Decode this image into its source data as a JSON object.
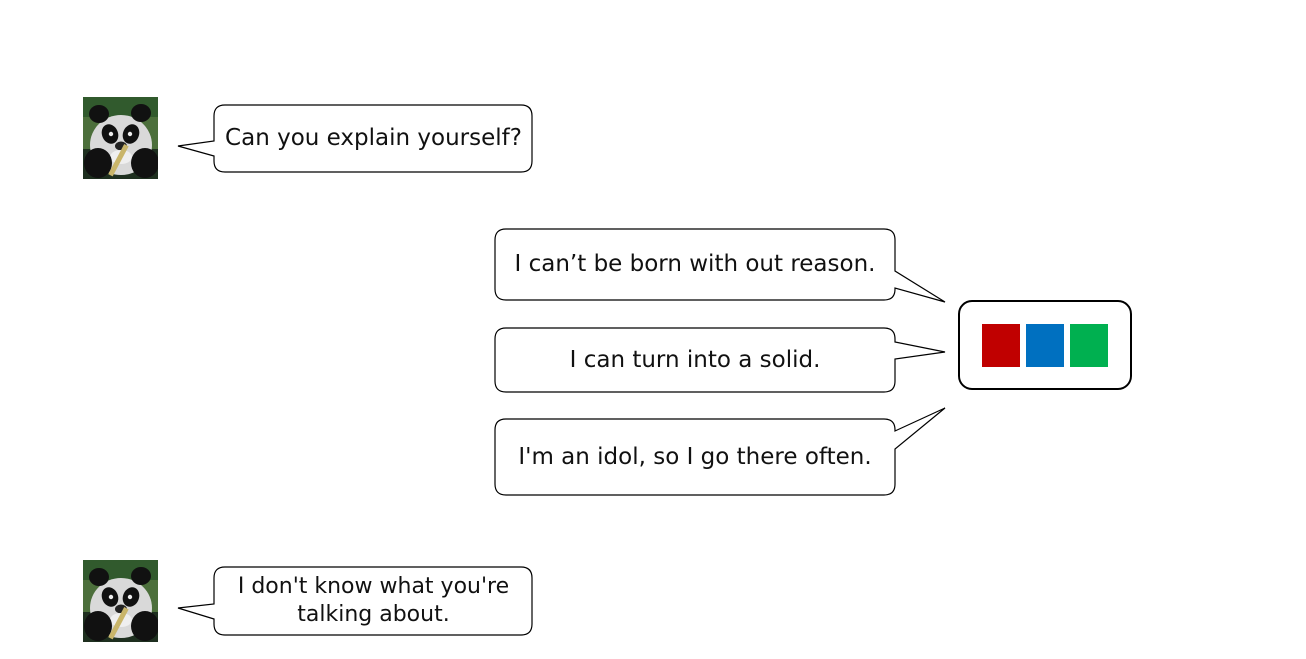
{
  "messages": {
    "top_panda": "Can you explain yourself?",
    "robot_1": "I can’t be born with out reason.",
    "robot_2": "I can turn into a solid.",
    "robot_3": "I'm an idol, so I go there often.",
    "bottom_panda": "I don't know what you're talking about."
  },
  "colors": {
    "block_red": "#C00000",
    "block_blue": "#0070C0",
    "block_green": "#00B050"
  },
  "icons": {
    "avatar": "panda-avatar-icon",
    "speaker_group": "rgb-blocks-icon"
  }
}
